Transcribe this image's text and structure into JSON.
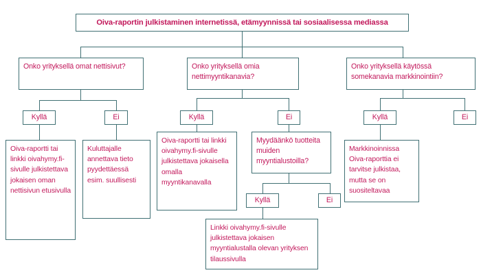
{
  "diagram": {
    "title": "Oiva-raportin julkistaminen internetissä, etämyynnissä tai sosiaalisessa mediassa",
    "colors": {
      "border": "#3f6f73",
      "text": "#c2185b",
      "background": "#ffffff"
    },
    "branches": {
      "left": {
        "question": "Onko yrityksellä omat nettisivut?",
        "yes_label": "Kyllä",
        "no_label": "Ei",
        "yes_outcome": "Oiva-raportti tai linkki oivahymy.fi-sivulle julkistettava jokaisen oman nettisivun etusivulla",
        "no_outcome": "Kuluttajalle annettava tieto pyydettäessä esim. suullisesti"
      },
      "middle": {
        "question": "Onko yrityksellä omia nettimyyntikanavia?",
        "yes_label": "Kyllä",
        "no_label": "Ei",
        "yes_outcome": "Oiva-raportti tai linkki oivahymy.fi-sivulle julkistettava jokaisella omalla myyntikanavalla",
        "no_question": "Myydäänkö tuotteita muiden myyntialustoilla?",
        "sub_yes_label": "Kyllä",
        "sub_no_label": "Ei",
        "sub_yes_outcome": "Linkki oivahymy.fi-sivulle julkistettava jokaisen myyntialustalla olevan yrityksen tilaussivulla"
      },
      "right": {
        "question": "Onko yrityksellä käytössä somekanavia markkinointiin?",
        "yes_label": "Kyllä",
        "no_label": "Ei",
        "yes_outcome": "Markkinoinnissa Oiva-raporttia ei tarvitse julkistaa, mutta se on suositeltavaa"
      }
    }
  }
}
